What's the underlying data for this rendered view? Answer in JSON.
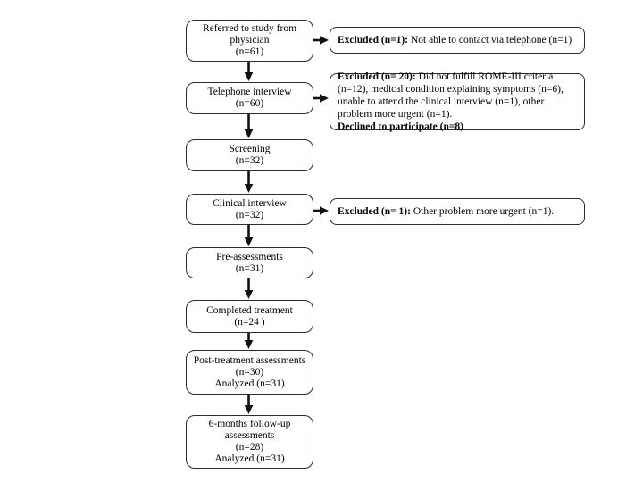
{
  "diagram": {
    "flow_boxes": [
      {
        "text": "Referred to study from\nphysician\n(n=61)"
      },
      {
        "text": "Telephone interview\n(n=60)"
      },
      {
        "text": "Screening\n(n=32)"
      },
      {
        "text": "Clinical interview\n(n=32)"
      },
      {
        "text": "Pre-assessments\n(n=31)"
      },
      {
        "text": "Completed treatment\n(n=24 )"
      },
      {
        "text": "Post-treatment assessments\n(n=30)\nAnalyzed (n=31)"
      },
      {
        "text": "6-months follow-up\nassessments\n(n=28)\nAnalyzed (n=31)"
      }
    ],
    "exclusion_boxes": [
      {
        "bold_prefix": "Excluded (n=1):",
        "text": " Not able to contact via telephone (n=1)",
        "bold_suffix": ""
      },
      {
        "bold_prefix": "Excluded (n= 20):",
        "text": " Did not fulfill ROME-III criteria (n=12), medical condition explaining symptoms (n=6), unable to attend the clinical interview (n=1), other problem more urgent (n=1).",
        "bold_suffix": "Declined to participate (n=8)"
      },
      {
        "bold_prefix": "Excluded (n= 1):",
        "text": " Other problem more urgent (n=1).",
        "bold_suffix": ""
      }
    ],
    "colors": {
      "box_border": "#2b2b2b",
      "arrow": "#111111",
      "background": "#ffffff"
    }
  }
}
